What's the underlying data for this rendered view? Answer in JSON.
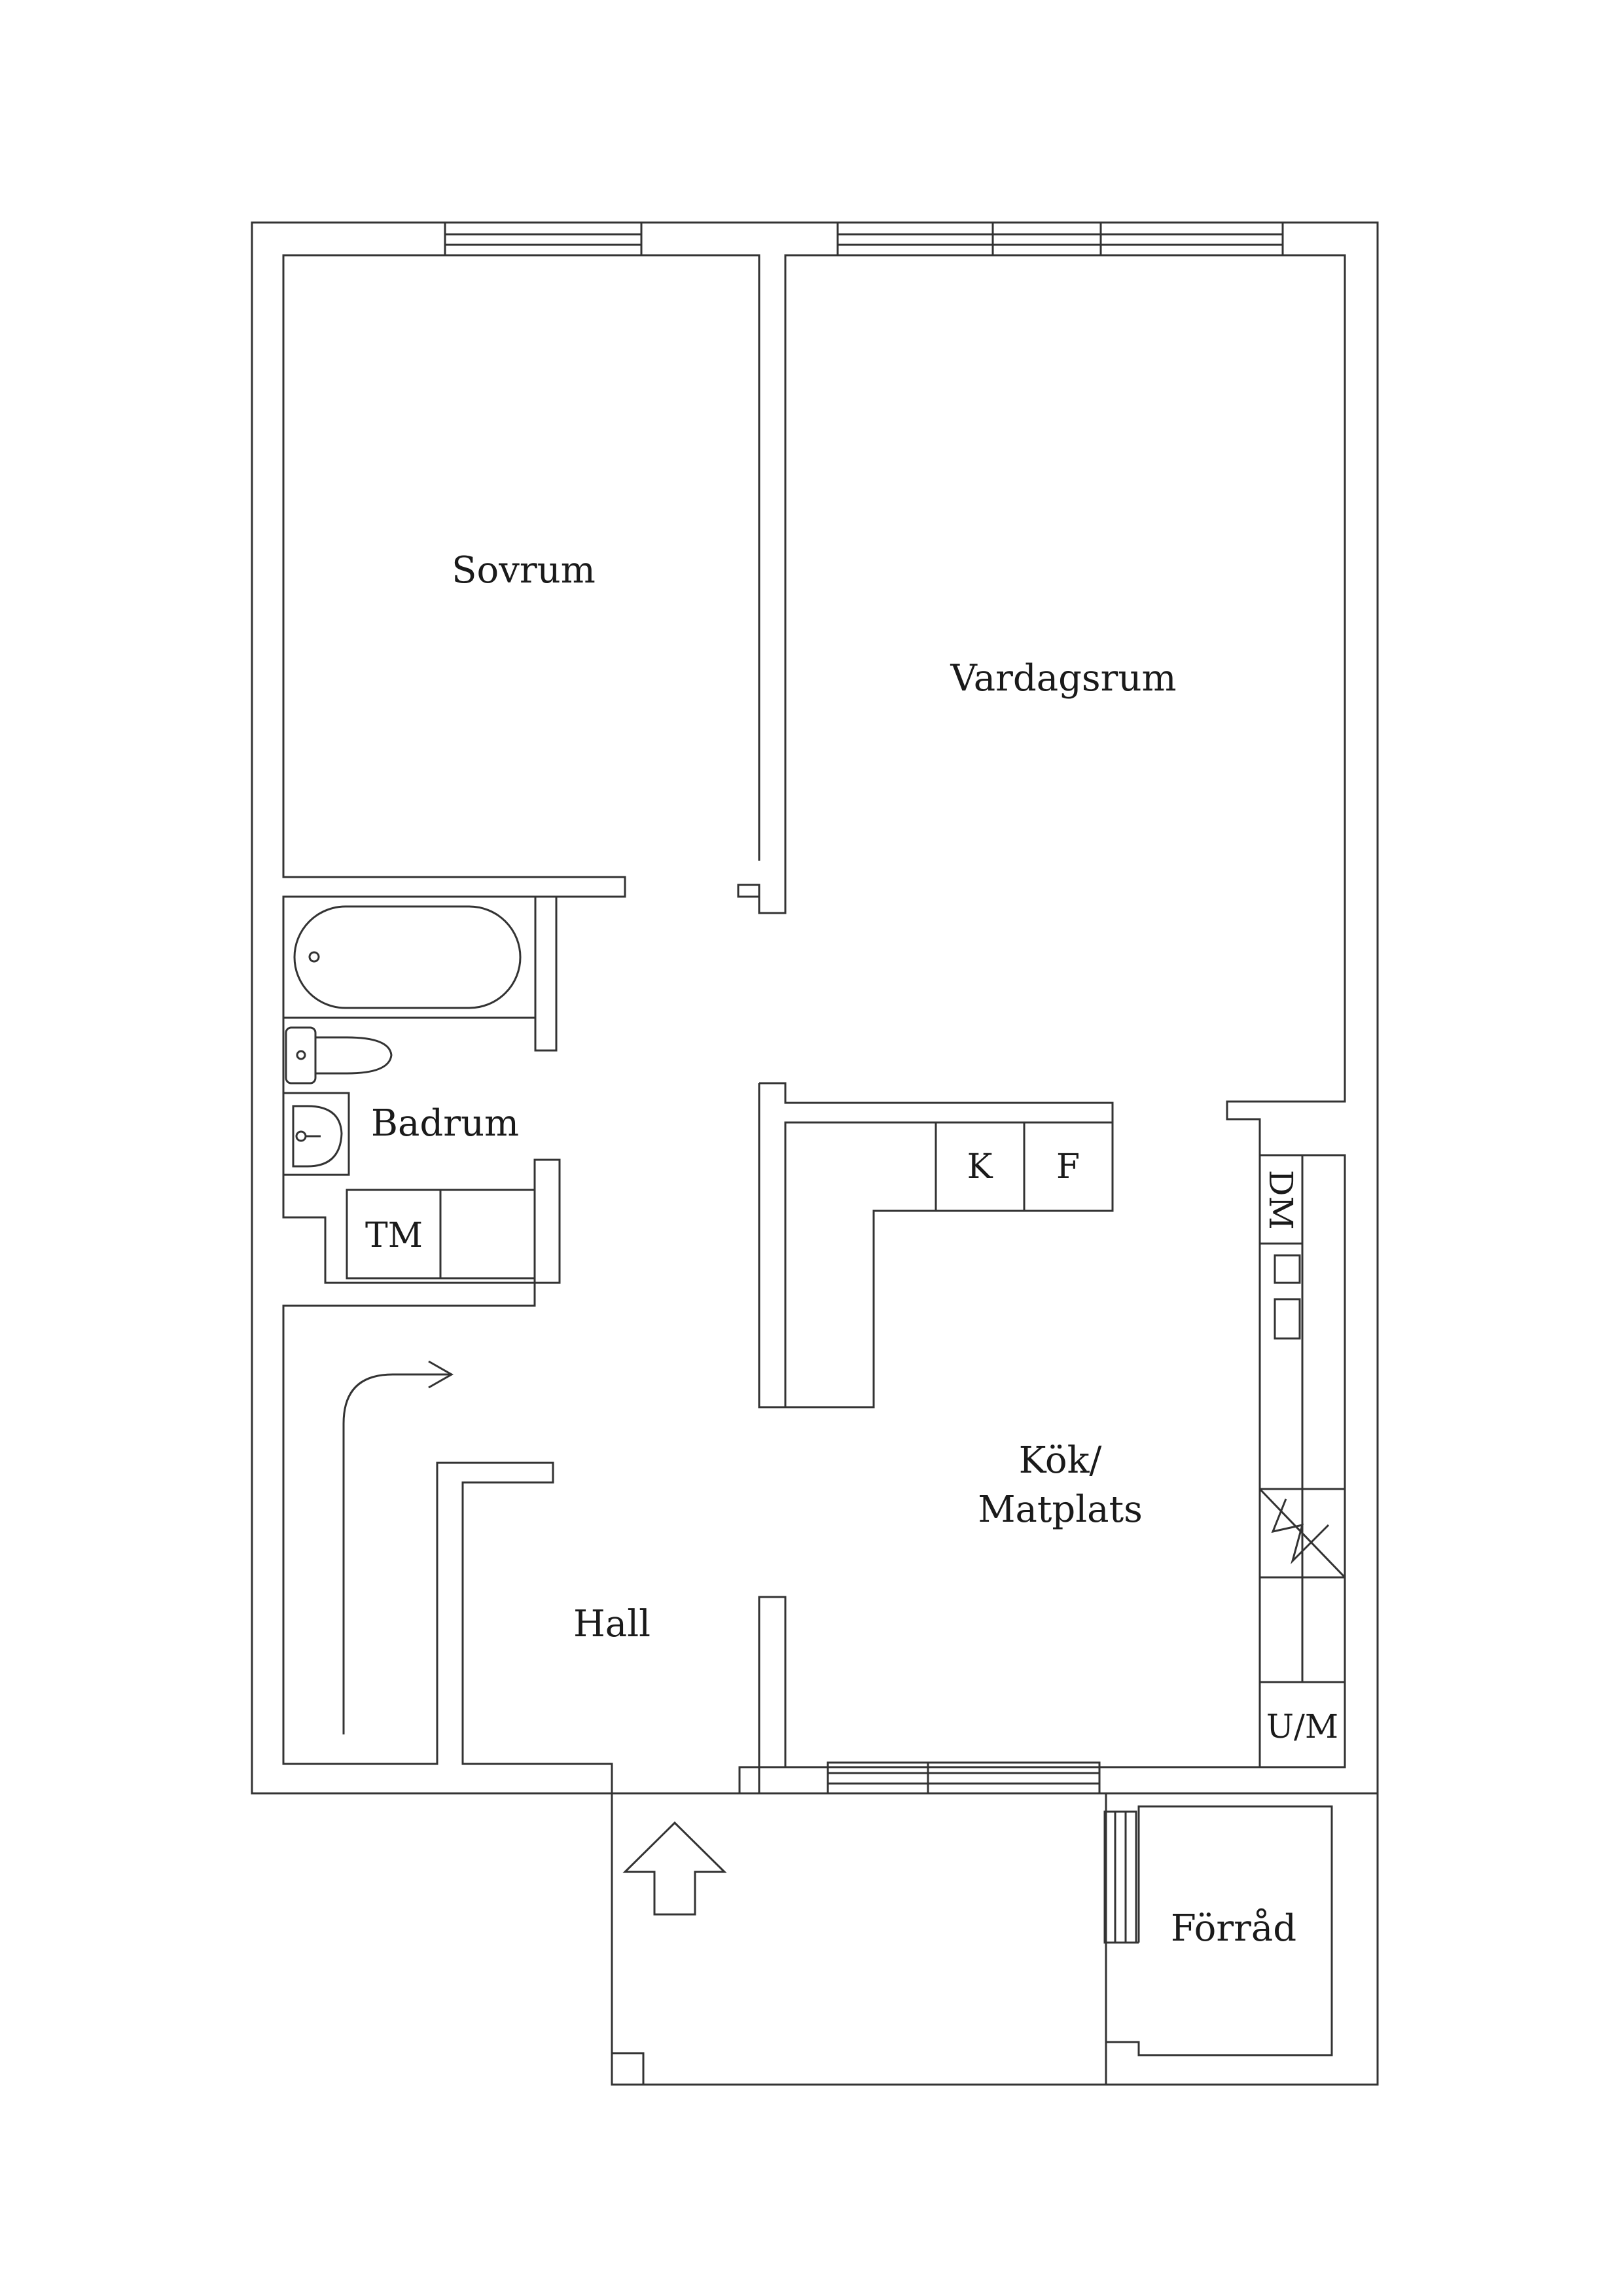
{
  "rooms": {
    "sovrum": "Sovrum",
    "vardagsrum": "Vardagsrum",
    "badrum": "Badrum",
    "hall": "Hall",
    "kok_line1": "Kök/",
    "kok_line2": "Matplats",
    "forrad": "Förråd"
  },
  "fixtures": {
    "tm": "TM",
    "k": "K",
    "f": "F",
    "dm": "DM",
    "um": "U/M"
  },
  "colors": {
    "line": "#333333",
    "text": "#1a1a1a",
    "background": "#ffffff"
  }
}
